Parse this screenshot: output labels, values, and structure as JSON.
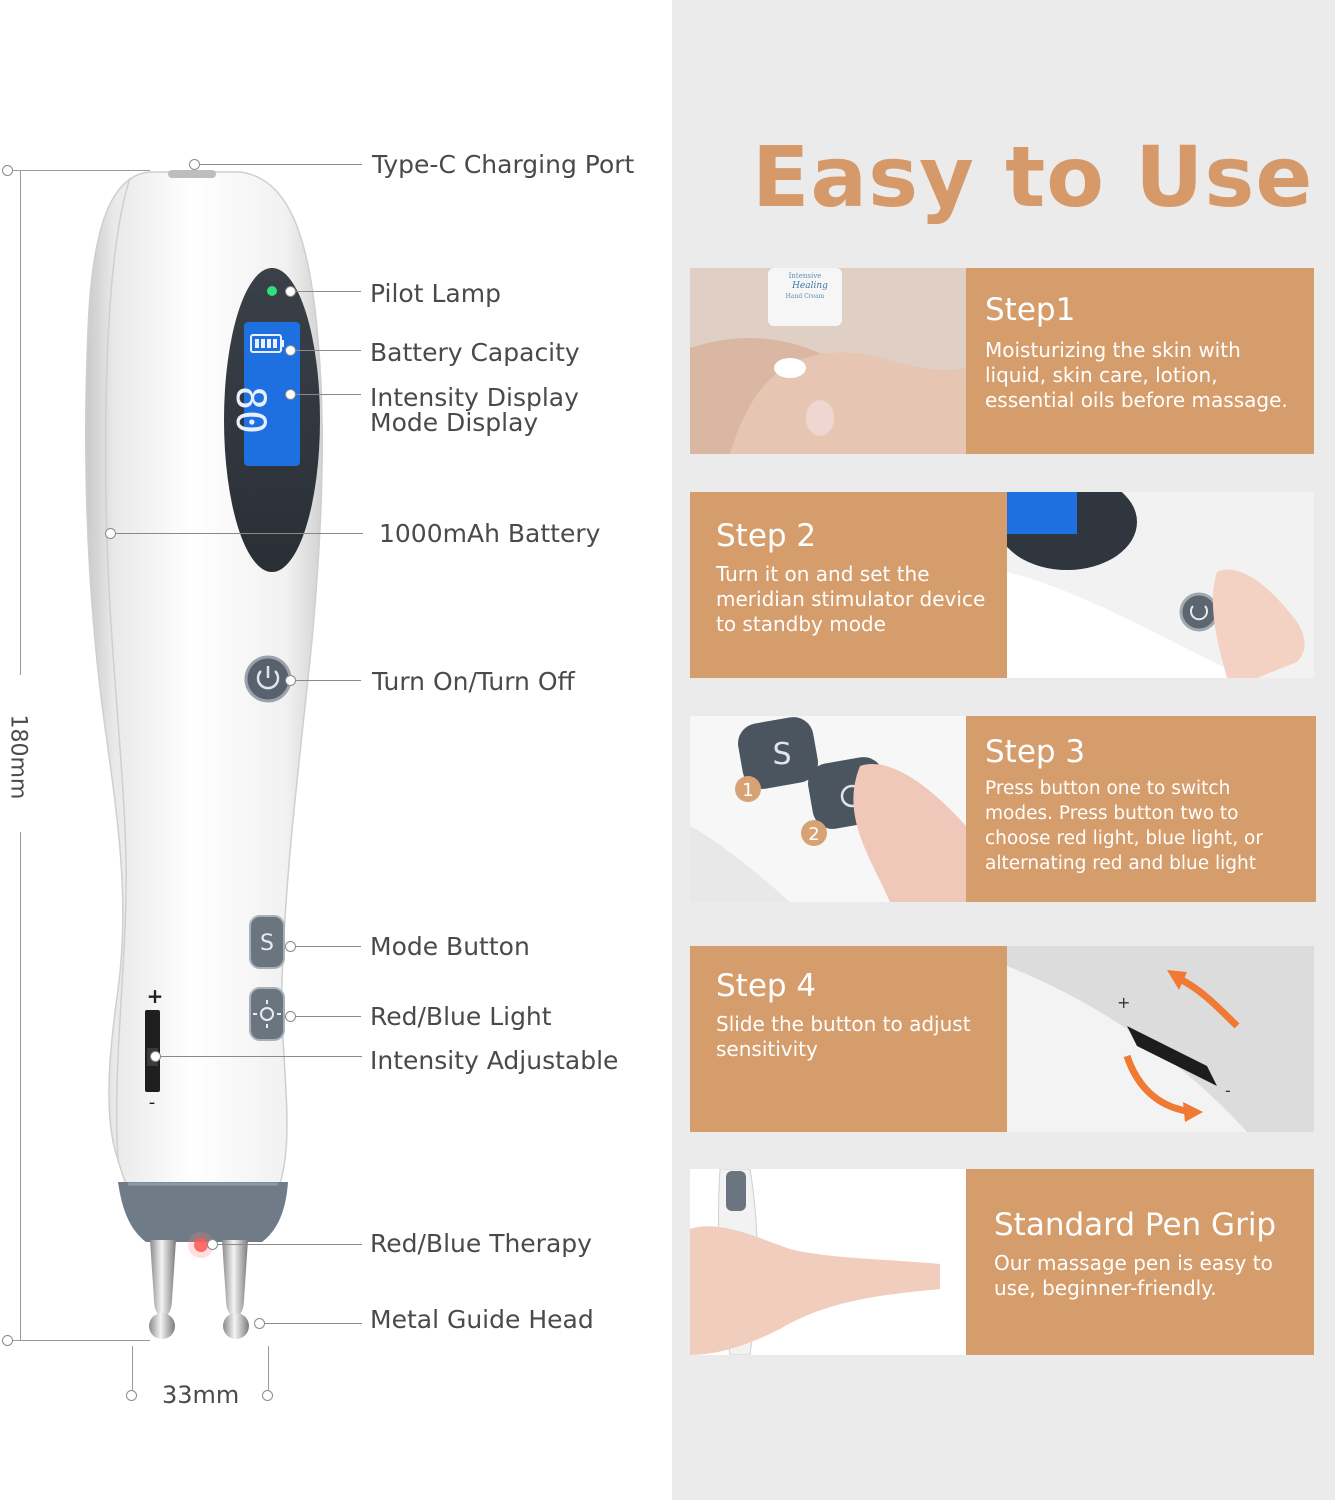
{
  "title": "Easy to Use",
  "callouts": {
    "charging_port": "Type-C Charging Port",
    "pilot_lamp": "Pilot Lamp",
    "battery_capacity": "Battery Capacity",
    "intensity_display": "Intensity Display",
    "mode_display": "Mode Display",
    "battery": "1000mAh Battery",
    "power": "Turn On/Turn Off",
    "mode_button": "Mode Button",
    "light_button": "Red/Blue Light",
    "intensity": "Intensity Adjustable",
    "therapy": "Red/Blue Therapy",
    "guide_head": "Metal Guide Head"
  },
  "dimensions": {
    "height": "180mm",
    "width": "33mm"
  },
  "display": {
    "digits": "80"
  },
  "steps": [
    {
      "title": "Step1",
      "desc": "Moisturizing the skin with liquid, skin care, lotion, essential oils before massage.",
      "photo_label_1": "Intensive",
      "photo_label_2": "Healing",
      "photo_label_3": "Hand Cream"
    },
    {
      "title": "Step 2",
      "desc": "Turn it on and set the meridian stimulator device to standby mode"
    },
    {
      "title": "Step 3",
      "desc": "Press button one to switch modes. Press button two to choose red light, blue light, or alternating red and blue light",
      "badge_1": "1",
      "badge_2": "2"
    },
    {
      "title": "Step 4",
      "desc": "Slide the button to adjust sensitivity"
    },
    {
      "title": "Standard Pen Grip",
      "desc": "Our massage pen is easy to use, beginner-friendly."
    }
  ],
  "colors": {
    "accent": "#d69d6c",
    "title": "#d6996a",
    "panel": "#ebebeb",
    "lcd": "#1e6fe0"
  }
}
